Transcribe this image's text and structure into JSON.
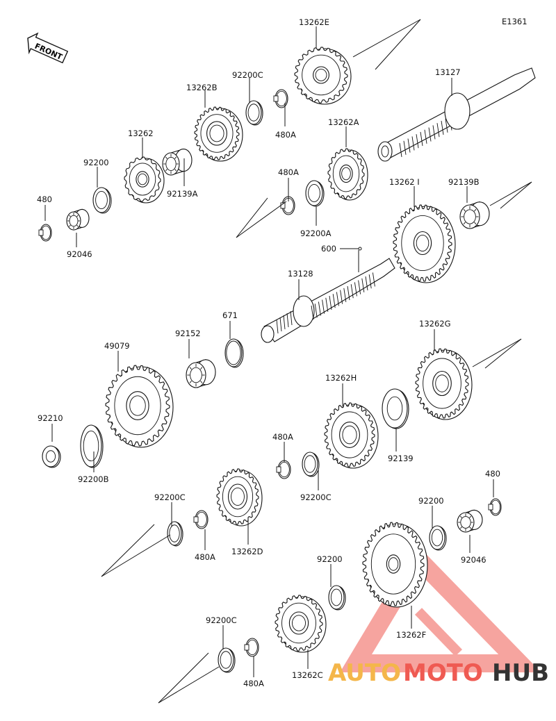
{
  "diagram": {
    "ref_code": "E1361",
    "front_badge": "FRONT",
    "labels": [
      {
        "id": "p13262E_top",
        "text": "13262E"
      },
      {
        "id": "p92200C_top",
        "text": "92200C"
      },
      {
        "id": "p13262B",
        "text": "13262B"
      },
      {
        "id": "p480A_top",
        "text": "480A"
      },
      {
        "id": "p13127",
        "text": "13127"
      },
      {
        "id": "p13262A",
        "text": "13262A"
      },
      {
        "id": "p13262",
        "text": "13262"
      },
      {
        "id": "p92200",
        "text": "92200"
      },
      {
        "id": "p92139A",
        "text": "92139A"
      },
      {
        "id": "p480_left",
        "text": "480"
      },
      {
        "id": "p92046_left",
        "text": "92046"
      },
      {
        "id": "p480A_mid",
        "text": "480A"
      },
      {
        "id": "p92200A",
        "text": "92200A"
      },
      {
        "id": "p13262I",
        "text": "13262 I"
      },
      {
        "id": "p92139B",
        "text": "92139B"
      },
      {
        "id": "p600",
        "text": "600"
      },
      {
        "id": "p13128",
        "text": "13128"
      },
      {
        "id": "p671",
        "text": "671"
      },
      {
        "id": "p92152",
        "text": "92152"
      },
      {
        "id": "p49079",
        "text": "49079"
      },
      {
        "id": "p13262G",
        "text": "13262G"
      },
      {
        "id": "p13262H",
        "text": "13262H"
      },
      {
        "id": "p92210",
        "text": "92210"
      },
      {
        "id": "p92200B",
        "text": "92200B"
      },
      {
        "id": "p480A_low",
        "text": "480A"
      },
      {
        "id": "p92200C_low",
        "text": "92200C"
      },
      {
        "id": "p92139",
        "text": "92139"
      },
      {
        "id": "p92200C_left",
        "text": "92200C"
      },
      {
        "id": "p480A_left",
        "text": "480A"
      },
      {
        "id": "p13262D",
        "text": "13262D"
      },
      {
        "id": "p92200_right",
        "text": "92200"
      },
      {
        "id": "p480_right",
        "text": "480"
      },
      {
        "id": "p92046_right",
        "text": "92046"
      },
      {
        "id": "p92200_bottom",
        "text": "92200"
      },
      {
        "id": "p13262F",
        "text": "13262F"
      },
      {
        "id": "p92200C_bottom",
        "text": "92200C"
      },
      {
        "id": "p480A_bottom",
        "text": "480A"
      },
      {
        "id": "p13262C",
        "text": "13262C"
      }
    ]
  },
  "watermark": {
    "brand_auto": "AUTO",
    "brand_moto": "MOTO",
    "brand_hub": "HUB",
    "colors": {
      "auto": "#f4b64a",
      "moto": "#ef5a52",
      "hub": "#333333",
      "triangle": "#ef5a52"
    }
  }
}
